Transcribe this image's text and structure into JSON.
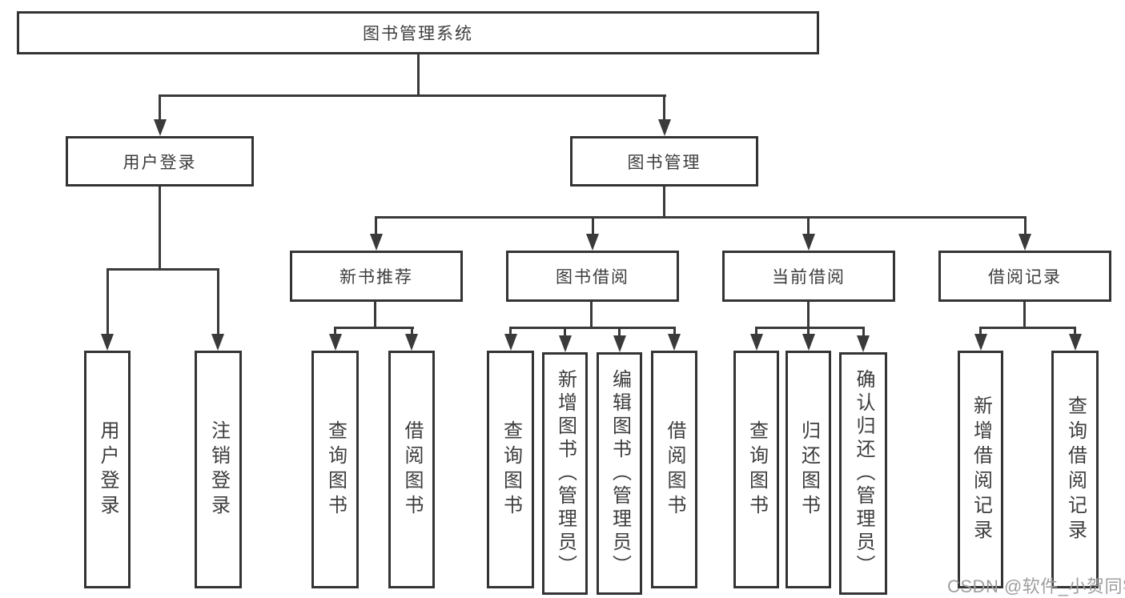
{
  "diagram": {
    "title_node": "图书管理系统",
    "level2": [
      "用户登录",
      "图书管理"
    ],
    "level3": [
      "新书推荐",
      "图书借阅",
      "当前借阅",
      "借阅记录"
    ],
    "leaves_user": [
      "用户登录",
      "注销登录"
    ],
    "leaves_newbook": [
      "查询图书",
      "借阅图书"
    ],
    "leaves_borrow": [
      "查询图书",
      "新增图书（管理员）",
      "编辑图书（管理员）",
      "借阅图书"
    ],
    "leaves_current": [
      "查询图书",
      "归还图书",
      "确认归还（管理员）"
    ],
    "leaves_record": [
      "新增借阅记录",
      "查询借阅记录"
    ]
  },
  "watermark": "CSDN @软件_小贺同学",
  "colors": {
    "line": "#3a3a3a",
    "box_border": "#343434",
    "text": "#3d3d3d",
    "watermark": "#9e9e9e",
    "background": "#ffffff"
  }
}
